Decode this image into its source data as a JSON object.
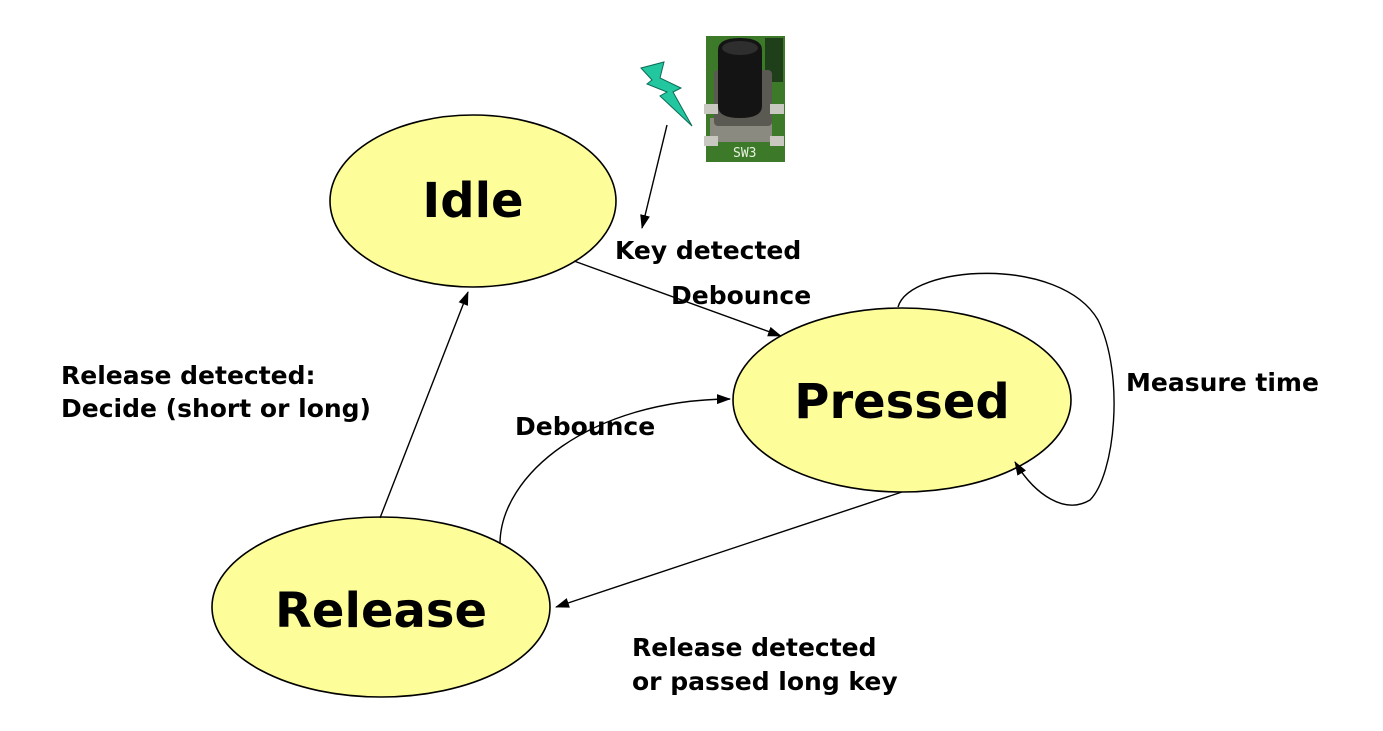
{
  "colors": {
    "state_fill": "#fdfd9a",
    "outline": "#000000",
    "text": "#000000",
    "lightning": "#22c7a0",
    "pcb": "#3c7a2a",
    "button_cap": "#141414",
    "switch_body": "#8a8a80"
  },
  "states": {
    "idle": "Idle",
    "pressed": "Pressed",
    "release": "Release"
  },
  "transitions": {
    "key_detected": "Key detected",
    "debounce_idle_to_pressed": "Debounce",
    "measure_time": "Measure time",
    "debounce_release_to_pressed": "Debounce",
    "release_to_idle_line1": "Release detected:",
    "release_to_idle_line2": "Decide (short or long)",
    "pressed_to_release_line1": "Release detected",
    "pressed_to_release_line2": "or passed long key"
  },
  "photo": {
    "icon": "tactile-push-button-photo",
    "pcb_silkscreen": "SW3"
  },
  "lightning_icon": "lightning-bolt-icon"
}
